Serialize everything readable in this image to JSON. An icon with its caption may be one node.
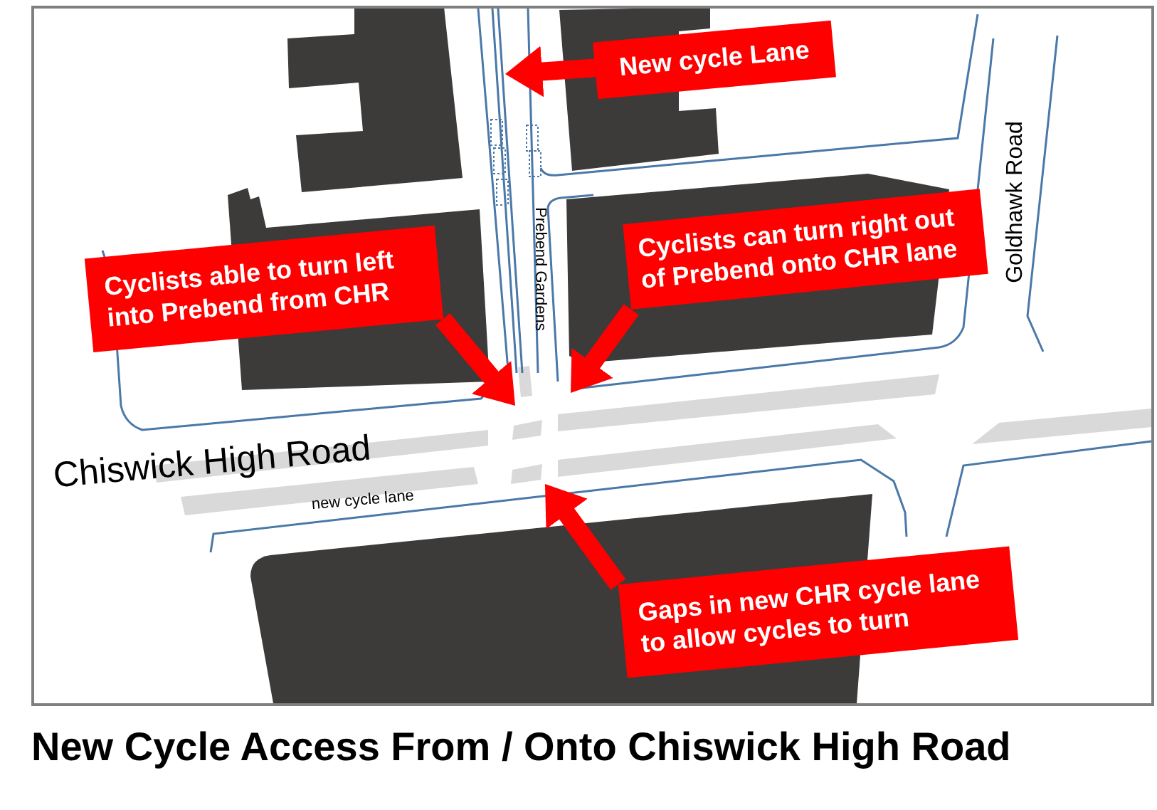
{
  "diagram": {
    "caption": "New Cycle Access From / Onto Chiswick High Road",
    "nodes": [
      {
        "text": [
          "New cycle Lane"
        ]
      },
      {
        "text": [
          "Cyclists able to turn left into Prebend from CHR"
        ]
      },
      {
        "text": [
          "Cyclists can turn right out of Prebend onto CHR lane"
        ]
      },
      {
        "text": [
          "Gaps in new CHR cycle lane to allow cycles to turn"
        ]
      }
    ],
    "edges": [
      {
        "from": 0,
        "to": null,
        "arrow": "to"
      },
      {
        "from": 1,
        "to": null,
        "arrow": "to"
      },
      {
        "from": 2,
        "to": null,
        "arrow": "to"
      },
      {
        "from": 3,
        "to": null,
        "arrow": "to"
      }
    ],
    "labels": [
      "Prebend Gardens",
      "Goldhawk Road",
      "Chiswick High Road",
      "new cycle lane"
    ]
  }
}
